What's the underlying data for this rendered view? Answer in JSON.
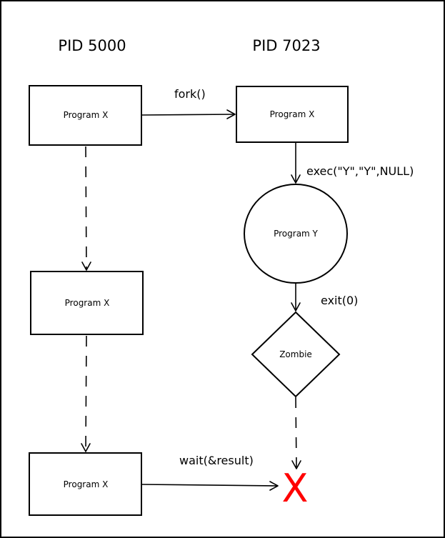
{
  "headers": {
    "left": "PID 5000",
    "right": "PID 7023"
  },
  "nodes": {
    "parent_1": "Program X",
    "child_1": "Program X",
    "child_2": "Program Y",
    "child_3": "Zombie",
    "parent_2": "Program X",
    "parent_3": "Program X",
    "terminated": "X"
  },
  "edges": {
    "fork": "fork()",
    "exec": "exec(\"Y\",\"Y\",NULL)",
    "exit": "exit(0)",
    "wait": "wait(&result)"
  },
  "colors": {
    "terminated_mark": "#ff0000",
    "stroke": "#000000",
    "background": "#ffffff"
  }
}
